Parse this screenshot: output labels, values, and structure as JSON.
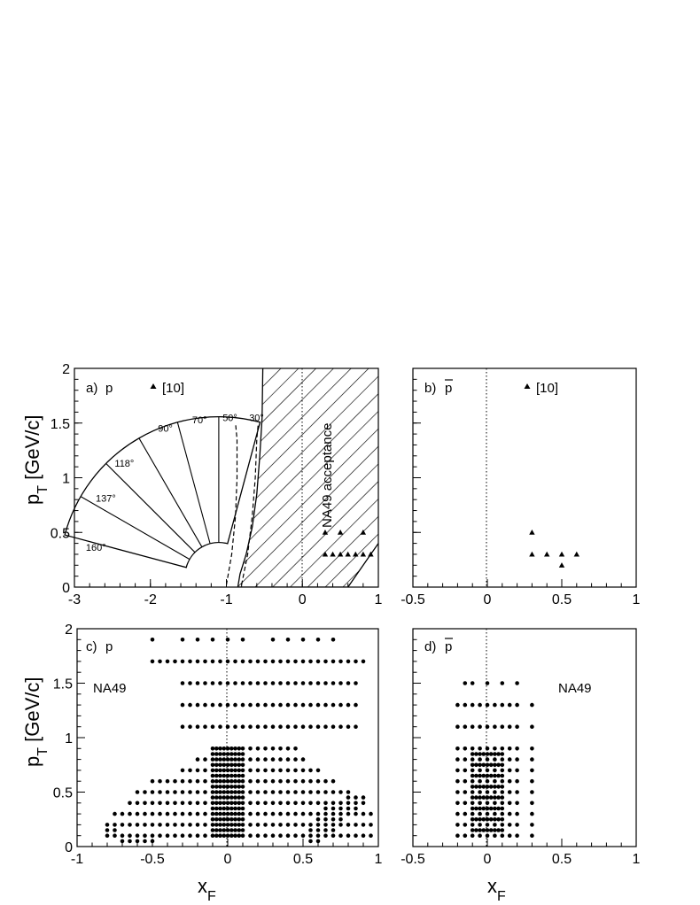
{
  "colors": {
    "axis": "#000000",
    "marker": "#000000",
    "hatch": "#000000",
    "background": "#ffffff"
  },
  "chart_data": [
    {
      "type": "scatter",
      "panel_label": "a)",
      "particle": "p",
      "xlim": [
        -3,
        1
      ],
      "ylim": [
        0,
        2
      ],
      "xticks": [
        -3,
        -2,
        -1,
        0,
        1
      ],
      "yticks": [
        0,
        0.5,
        1,
        1.5,
        2
      ],
      "ylabel_main": "p",
      "ylabel_sub": "T",
      "ylabel_unit": " [GeV/c]",
      "legend": {
        "marker": "triangle",
        "text": "[10]",
        "placement": "top-left"
      },
      "series": [
        {
          "marker": "triangle",
          "points": [
            [
              0.3,
              0.5
            ],
            [
              0.5,
              0.5
            ],
            [
              0.8,
              0.5
            ],
            [
              0.3,
              0.3
            ],
            [
              0.4,
              0.3
            ],
            [
              0.5,
              0.3
            ],
            [
              0.6,
              0.3
            ],
            [
              0.7,
              0.3
            ],
            [
              0.8,
              0.3
            ],
            [
              0.9,
              0.3
            ]
          ]
        }
      ],
      "acceptance_label": "NA49 acceptance",
      "angle_labels": [
        {
          "text": "160°",
          "at": [
            -2.85,
            0.33
          ]
        },
        {
          "text": "137°",
          "at": [
            -2.72,
            0.78
          ]
        },
        {
          "text": "118°",
          "at": [
            -2.47,
            1.1
          ]
        },
        {
          "text": "90°",
          "at": [
            -1.9,
            1.42
          ]
        },
        {
          "text": "70°",
          "at": [
            -1.45,
            1.5
          ]
        },
        {
          "text": "50°",
          "at": [
            -1.05,
            1.52
          ]
        },
        {
          "text": "30°",
          "at": [
            -0.7,
            1.52
          ]
        }
      ],
      "vline_x": 0
    },
    {
      "type": "scatter",
      "panel_label": "b)",
      "particle": "p",
      "particle_bar": true,
      "xlim": [
        -0.5,
        1
      ],
      "ylim": [
        0,
        2
      ],
      "xticks": [
        -0.5,
        0,
        0.5,
        1
      ],
      "yticks": [
        0,
        0.5,
        1,
        1.5,
        2
      ],
      "legend": {
        "marker": "triangle",
        "text": "[10]",
        "placement": "top-center"
      },
      "series": [
        {
          "marker": "triangle",
          "points": [
            [
              0.3,
              0.5
            ],
            [
              0.3,
              0.3
            ],
            [
              0.4,
              0.3
            ],
            [
              0.5,
              0.3
            ],
            [
              0.6,
              0.3
            ],
            [
              0.5,
              0.2
            ]
          ]
        }
      ],
      "vline_x": 0
    },
    {
      "type": "scatter",
      "panel_label": "c)",
      "particle": "p",
      "xlim": [
        -1,
        1
      ],
      "ylim": [
        0,
        2
      ],
      "xticks": [
        -1,
        -0.5,
        0,
        0.5,
        1
      ],
      "yticks": [
        0,
        0.5,
        1,
        1.5,
        2
      ],
      "ylabel_main": "p",
      "ylabel_sub": "T",
      "ylabel_unit": " [GeV/c]",
      "xlabel_main": "x",
      "xlabel_sub": "F",
      "annotation": "NA49",
      "series": [
        {
          "marker": "dot",
          "points_generated": "NA49 proton grid"
        }
      ],
      "vline_x": 0
    },
    {
      "type": "scatter",
      "panel_label": "d)",
      "particle": "p",
      "particle_bar": true,
      "xlim": [
        -0.5,
        1
      ],
      "ylim": [
        0,
        2
      ],
      "xticks": [
        -0.5,
        0,
        0.5,
        1
      ],
      "yticks": [
        0,
        0.5,
        1,
        1.5,
        2
      ],
      "xlabel_main": "x",
      "xlabel_sub": "F",
      "annotation": "NA49",
      "series": [
        {
          "marker": "dot",
          "points_generated": "NA49 antiproton grid"
        }
      ],
      "vline_x": 0
    }
  ]
}
